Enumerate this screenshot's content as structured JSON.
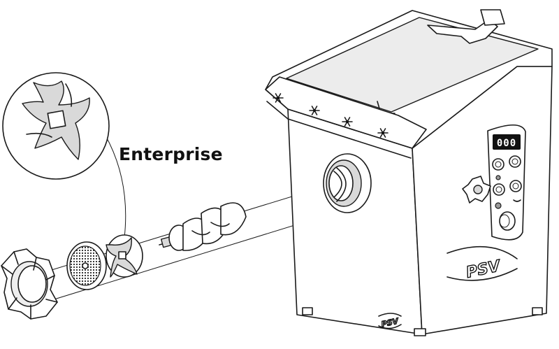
{
  "title": "Enterprise",
  "display_digits": [
    "0",
    "0",
    "0"
  ],
  "brand_mark": "PSV",
  "icons": {
    "fan": "snowflake-fan-icon",
    "logo": "psv-logo-icon"
  }
}
